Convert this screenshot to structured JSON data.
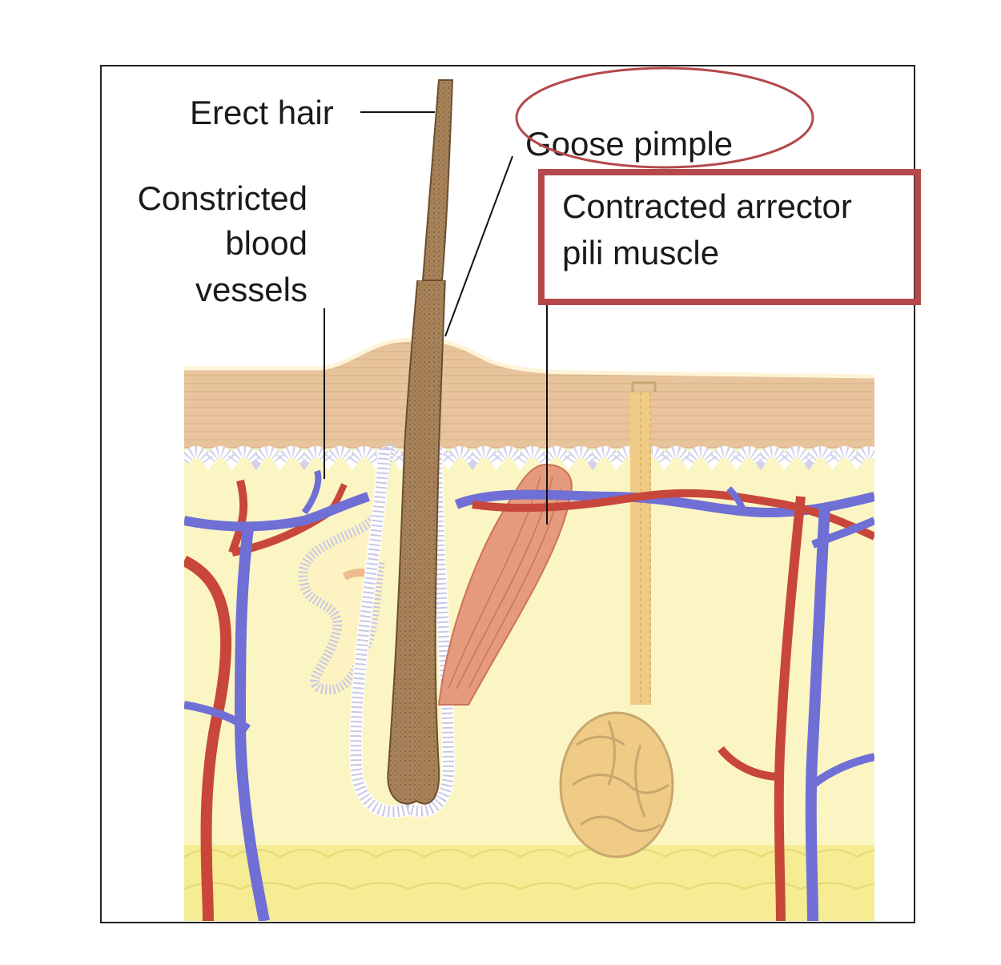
{
  "labels": {
    "erect_hair": "Erect hair",
    "goose_pimple": "Goose pimple",
    "constricted_line1": "Constricted",
    "constricted_line2": "blood",
    "constricted_line3": "vessels",
    "arrector_line1": "Contracted arrector",
    "arrector_line2": "pili muscle"
  },
  "colors": {
    "highlight": "#b5484b",
    "artery": "#c8473a",
    "vein": "#6f6fd6",
    "epidermis": "#e7c39a",
    "dermis": "#fbf4bf",
    "fat": "#f4e98a",
    "hair": "#a8835a",
    "muscle": "#e59a7c",
    "gland": "#efcb86",
    "text": "#1a1a1a"
  }
}
